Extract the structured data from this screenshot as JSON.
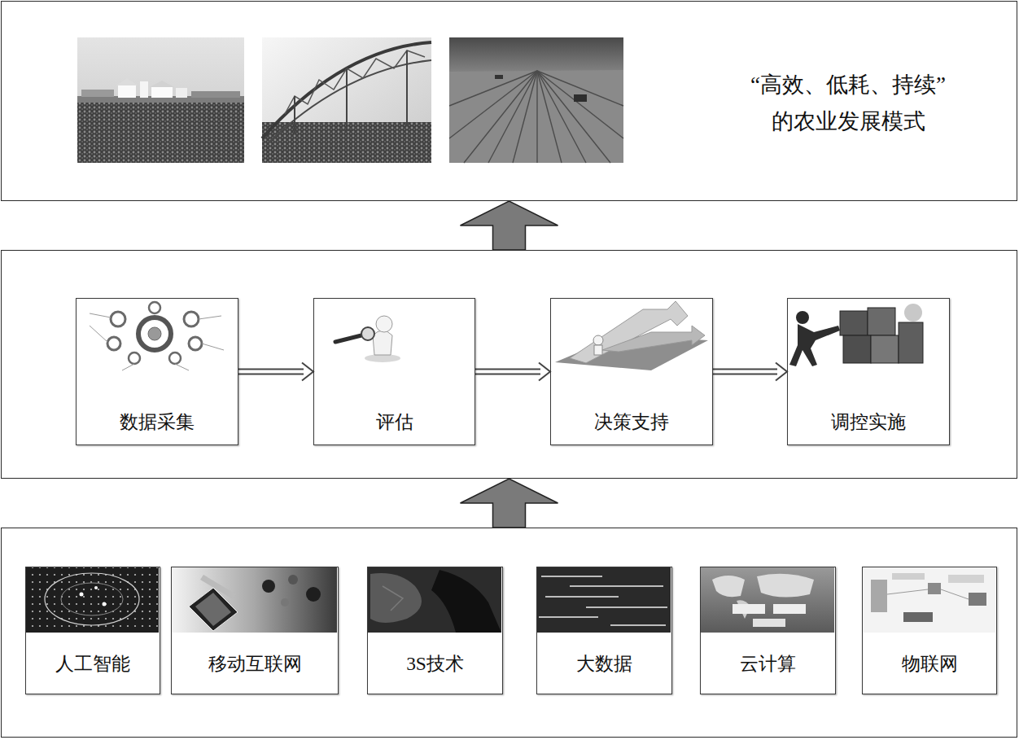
{
  "diagram": {
    "nodes": [
      {
        "text": [
          "“高效、低耗、持续” 的农业发展模式"
        ]
      },
      {
        "text": []
      },
      {
        "text": [
          "数据采集"
        ],
        "in": 1
      },
      {
        "text": [
          "评估"
        ],
        "in": 1
      },
      {
        "text": [
          "决策支持"
        ],
        "in": 1
      },
      {
        "text": [
          "调控实施"
        ],
        "in": 1
      },
      {
        "text": []
      },
      {
        "text": [
          "人工智能"
        ],
        "in": 6
      },
      {
        "text": [
          "移动互联网"
        ],
        "in": 6
      },
      {
        "text": [
          "3S技术"
        ],
        "in": 6
      },
      {
        "text": [
          "大数据"
        ],
        "in": 6
      },
      {
        "text": [
          "云计算"
        ],
        "in": 6
      },
      {
        "text": [
          "物联网"
        ],
        "in": 6
      }
    ],
    "edges": [
      {
        "from": 2,
        "to": 3,
        "arrow": "to"
      },
      {
        "from": 3,
        "to": 4,
        "arrow": "to"
      },
      {
        "from": 4,
        "to": 5,
        "arrow": "to"
      },
      {
        "from": 6,
        "to": 1,
        "arrow": "to"
      },
      {
        "from": 1,
        "to": 0,
        "arrow": "to"
      }
    ]
  }
}
